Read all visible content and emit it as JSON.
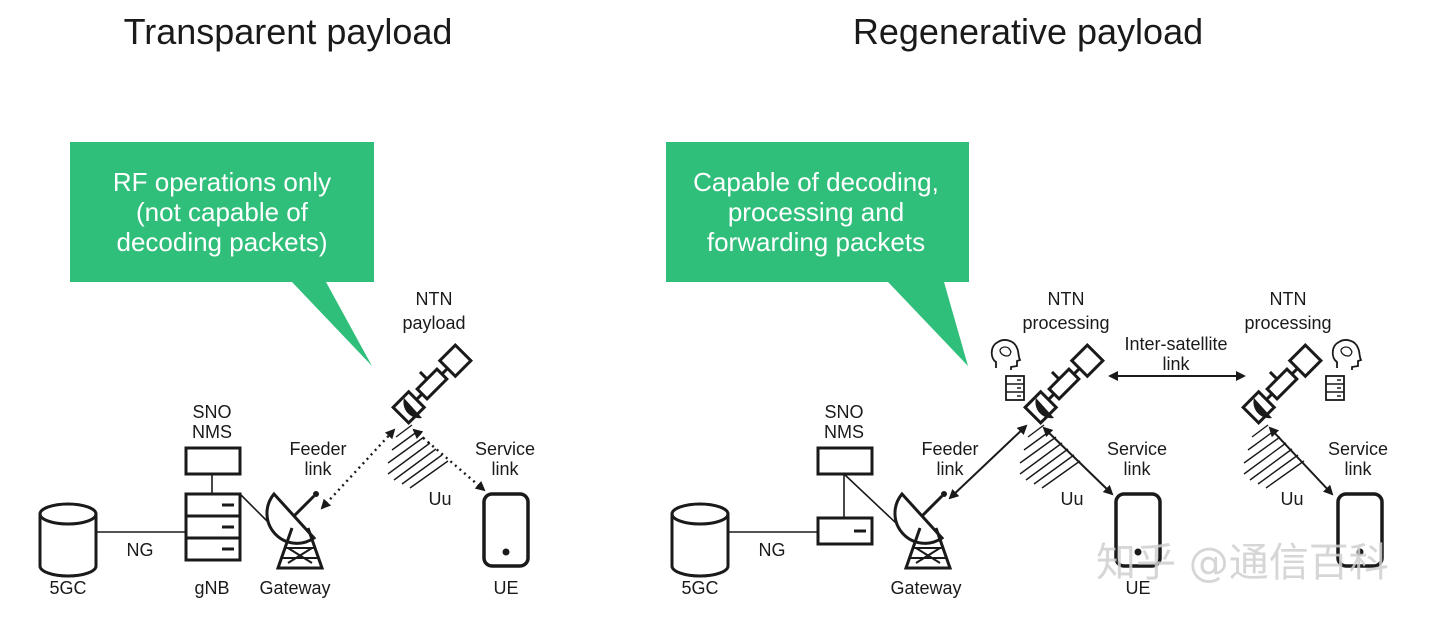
{
  "left_panel": {
    "title": "Transparent payload",
    "callout": [
      "RF operations only",
      "(not capable of",
      "decoding packets)"
    ],
    "payload_label": [
      "NTN",
      "payload"
    ],
    "sno_label": [
      "SNO",
      "NMS"
    ],
    "feeder_label": [
      "Feeder",
      "link"
    ],
    "service_label": [
      "Service",
      "link"
    ],
    "uu_label": "Uu",
    "ng_label": "NG",
    "core_label": "5GC",
    "gnb_label": "gNB",
    "gateway_label": "Gateway",
    "ue_label": "UE"
  },
  "right_panel": {
    "title": "Regenerative payload",
    "callout": [
      "Capable of decoding,",
      "processing and",
      "forwarding packets"
    ],
    "processing_label_1": [
      "NTN",
      "processing"
    ],
    "processing_label_2": [
      "NTN",
      "processing"
    ],
    "isl_label": [
      "Inter-satellite",
      "link"
    ],
    "sno_label": [
      "SNO",
      "NMS"
    ],
    "feeder_label": [
      "Feeder",
      "link"
    ],
    "service_label_1": [
      "Service",
      "link"
    ],
    "service_label_2": [
      "Service",
      "link"
    ],
    "uu_label_1": "Uu",
    "uu_label_2": "Uu",
    "ng_label": "NG",
    "core_label": "5GC",
    "gateway_label": "Gateway",
    "ue_label": "UE"
  },
  "watermark": "知乎 @通信百科",
  "colors": {
    "callout": "#2fbf7a",
    "ink": "#1a1a1a"
  }
}
